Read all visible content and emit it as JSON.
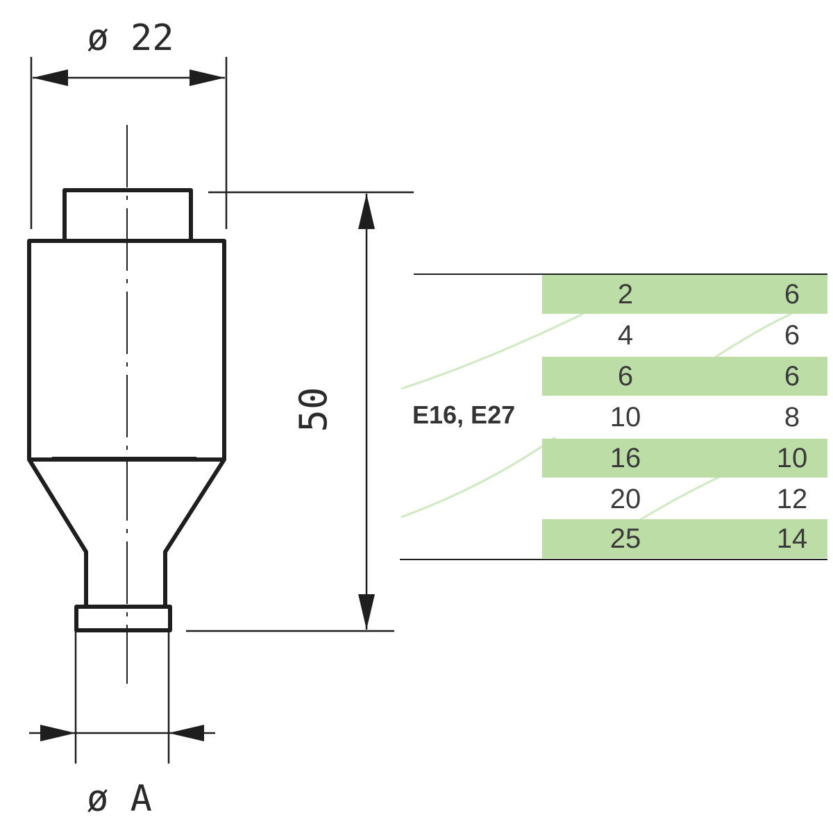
{
  "drawing": {
    "top_diameter_label": "ø 22",
    "height_label": "50",
    "bottom_diameter_label": "ø A"
  },
  "table": {
    "socket_label": "E16, E27",
    "rows": [
      {
        "a": "2",
        "b": "6"
      },
      {
        "a": "4",
        "b": "6"
      },
      {
        "a": "6",
        "b": "6"
      },
      {
        "a": "10",
        "b": "8"
      },
      {
        "a": "16",
        "b": "10"
      },
      {
        "a": "20",
        "b": "12"
      },
      {
        "a": "25",
        "b": "14"
      }
    ],
    "shade_color": "#bcdda6",
    "rule_color": "#1e1e1e"
  },
  "colors": {
    "line": "#1e1e1e",
    "decor_green": "#cfe9c0"
  }
}
